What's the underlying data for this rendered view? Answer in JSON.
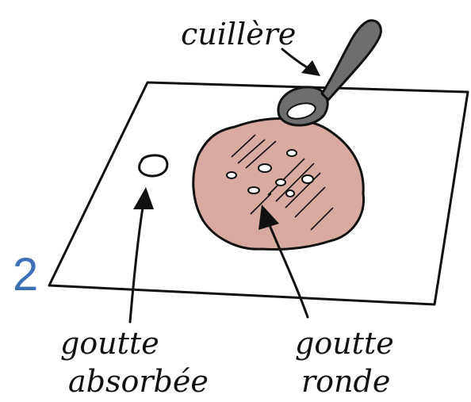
{
  "labels": {
    "spoon": "cuillère",
    "absorbed_line1": "goutte",
    "absorbed_line2": "absorbée",
    "round_line1": "goutte",
    "round_line2": "ronde"
  },
  "step_number": "2",
  "colors": {
    "ink": "#111111",
    "stain": "#d9aaa0",
    "spoon": "#6e6e6e",
    "step_number": "#3b6fb6"
  }
}
